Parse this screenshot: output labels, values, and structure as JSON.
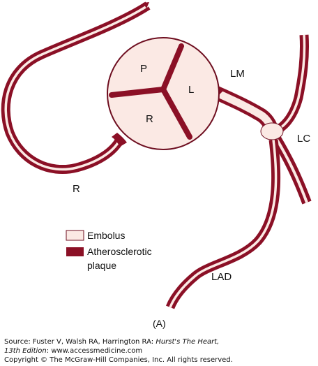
{
  "figure": {
    "labels": {
      "p": "P",
      "l": "L",
      "r_cusp": "R",
      "lm": "LM",
      "lc": "LC",
      "r_artery": "R",
      "lad": "LAD"
    },
    "legend": {
      "embolus": "Embolus",
      "plaque_line1": "Atherosclerotic",
      "plaque_line2": "plaque"
    },
    "caption": "(A)",
    "colors": {
      "embolus_fill": "#fbe9e4",
      "plaque": "#8b1026",
      "outline": "#6e0e20"
    }
  },
  "footer": {
    "source_prefix": "Source: Fuster V, Walsh RA, Harrington RA: ",
    "source_title_a": "Hurst's The Heart,",
    "source_title_b": "13th Edition",
    "source_suffix": ": www.accessmedicine.com",
    "copyright": "Copyright © The McGraw-Hill Companies, Inc. All rights reserved."
  }
}
